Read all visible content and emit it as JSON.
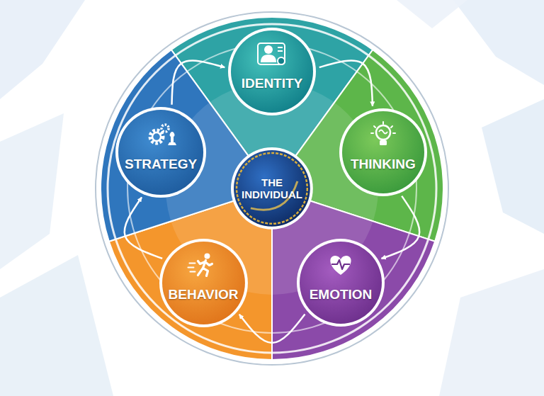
{
  "diagram": {
    "nodes": [
      {
        "text": [
          "IDENTITY"
        ]
      },
      {
        "text": [
          "THINKING"
        ]
      },
      {
        "text": [
          "EMOTION"
        ]
      },
      {
        "text": [
          "BEHAVIOR"
        ]
      },
      {
        "text": [
          "STRATEGY"
        ]
      },
      {
        "text": [
          "THE INDIVIDUAL"
        ]
      }
    ],
    "edges": [
      {
        "from": 0,
        "to": 1,
        "arrow": "to"
      },
      {
        "from": 1,
        "to": 2,
        "arrow": "to"
      },
      {
        "from": 2,
        "to": 3,
        "arrow": "to"
      },
      {
        "from": 3,
        "to": 4,
        "arrow": "to"
      },
      {
        "from": 4,
        "to": 0,
        "arrow": "to"
      }
    ]
  }
}
